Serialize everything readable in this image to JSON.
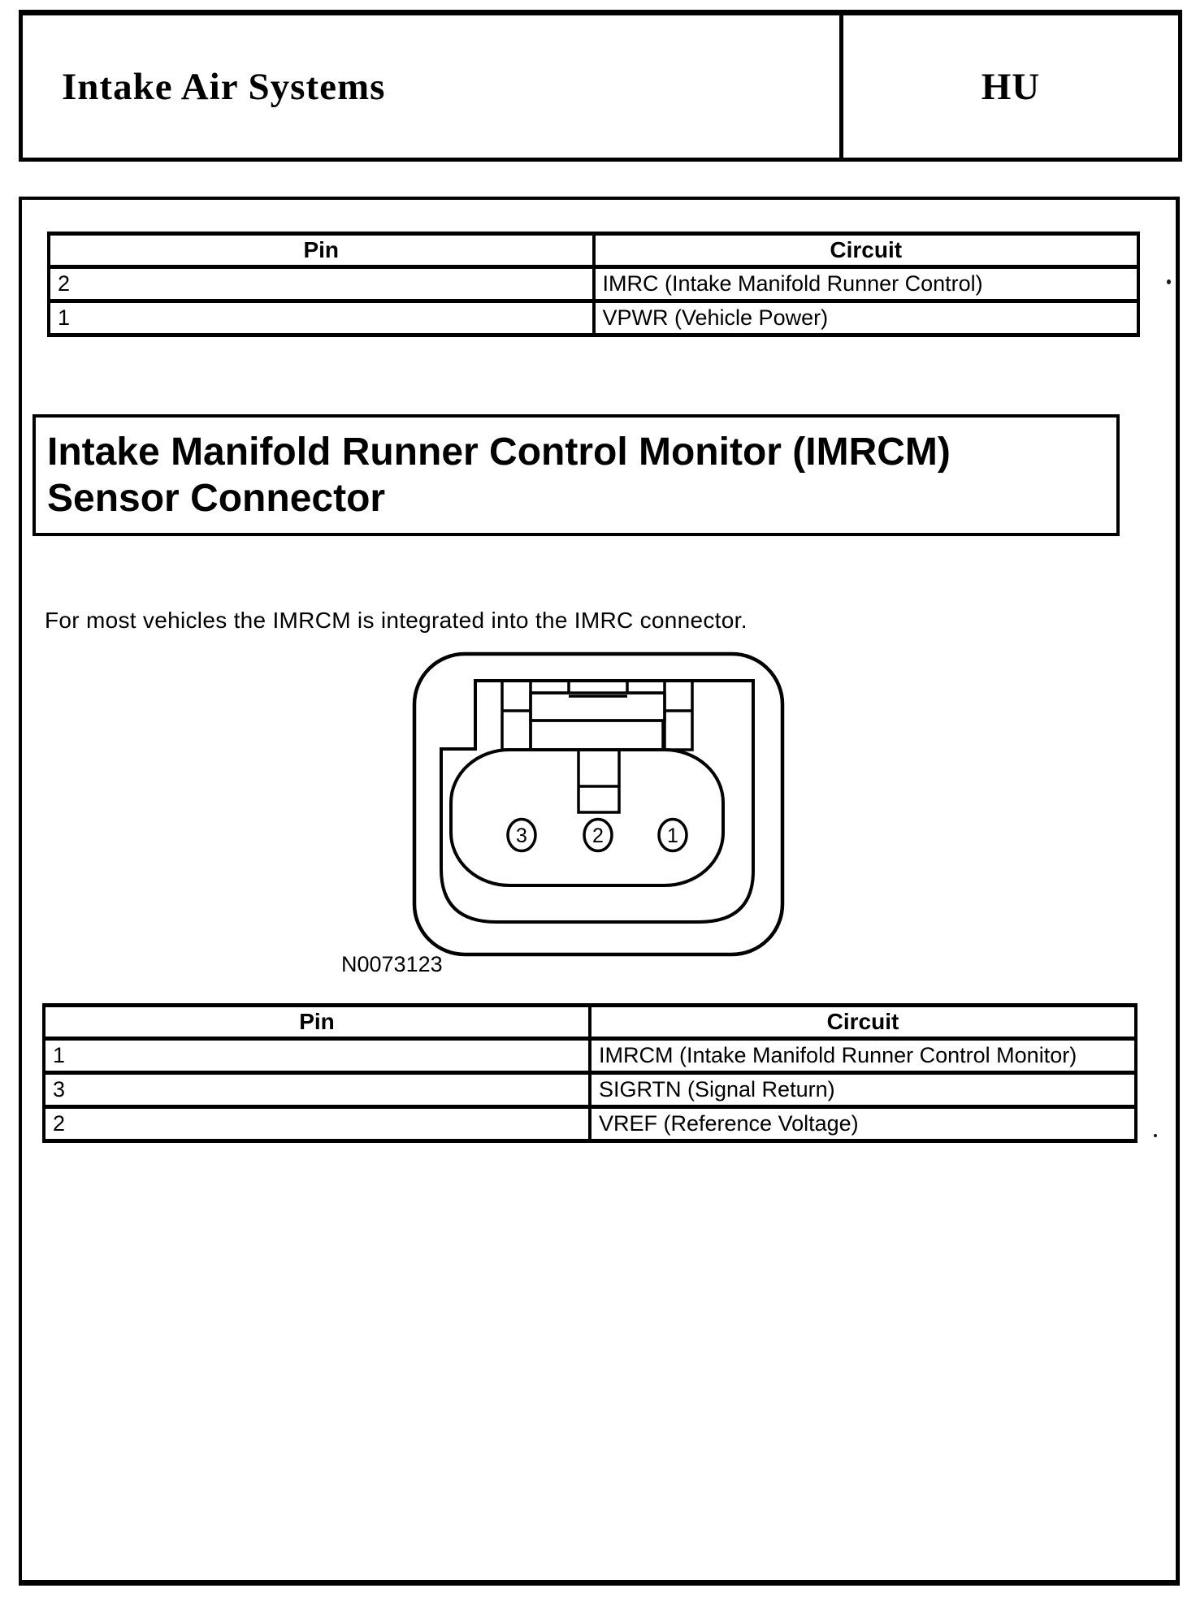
{
  "header": {
    "title": "Intake Air Systems",
    "code": "HU"
  },
  "table_top": {
    "headers": [
      "Pin",
      "Circuit"
    ],
    "rows": [
      [
        "2",
        "IMRC (Intake Manifold Runner Control)"
      ],
      [
        "1",
        "VPWR (Vehicle Power)"
      ]
    ]
  },
  "section": {
    "title_line1": "Intake Manifold Runner Control Monitor (IMRCM)",
    "title_line2": "Sensor Connector",
    "intro": "For most vehicles the IMRCM is integrated into the IMRC connector."
  },
  "figure": {
    "caption": "N0073123",
    "pins": [
      "3",
      "2",
      "1"
    ]
  },
  "table_bottom": {
    "headers": [
      "Pin",
      "Circuit"
    ],
    "rows": [
      [
        "1",
        "IMRCM (Intake Manifold Runner Control Monitor)"
      ],
      [
        "3",
        "SIGRTN (Signal Return)"
      ],
      [
        "2",
        "VREF (Reference Voltage)"
      ]
    ]
  },
  "colors": {
    "ink": "#000000",
    "paper": "#ffffff"
  }
}
